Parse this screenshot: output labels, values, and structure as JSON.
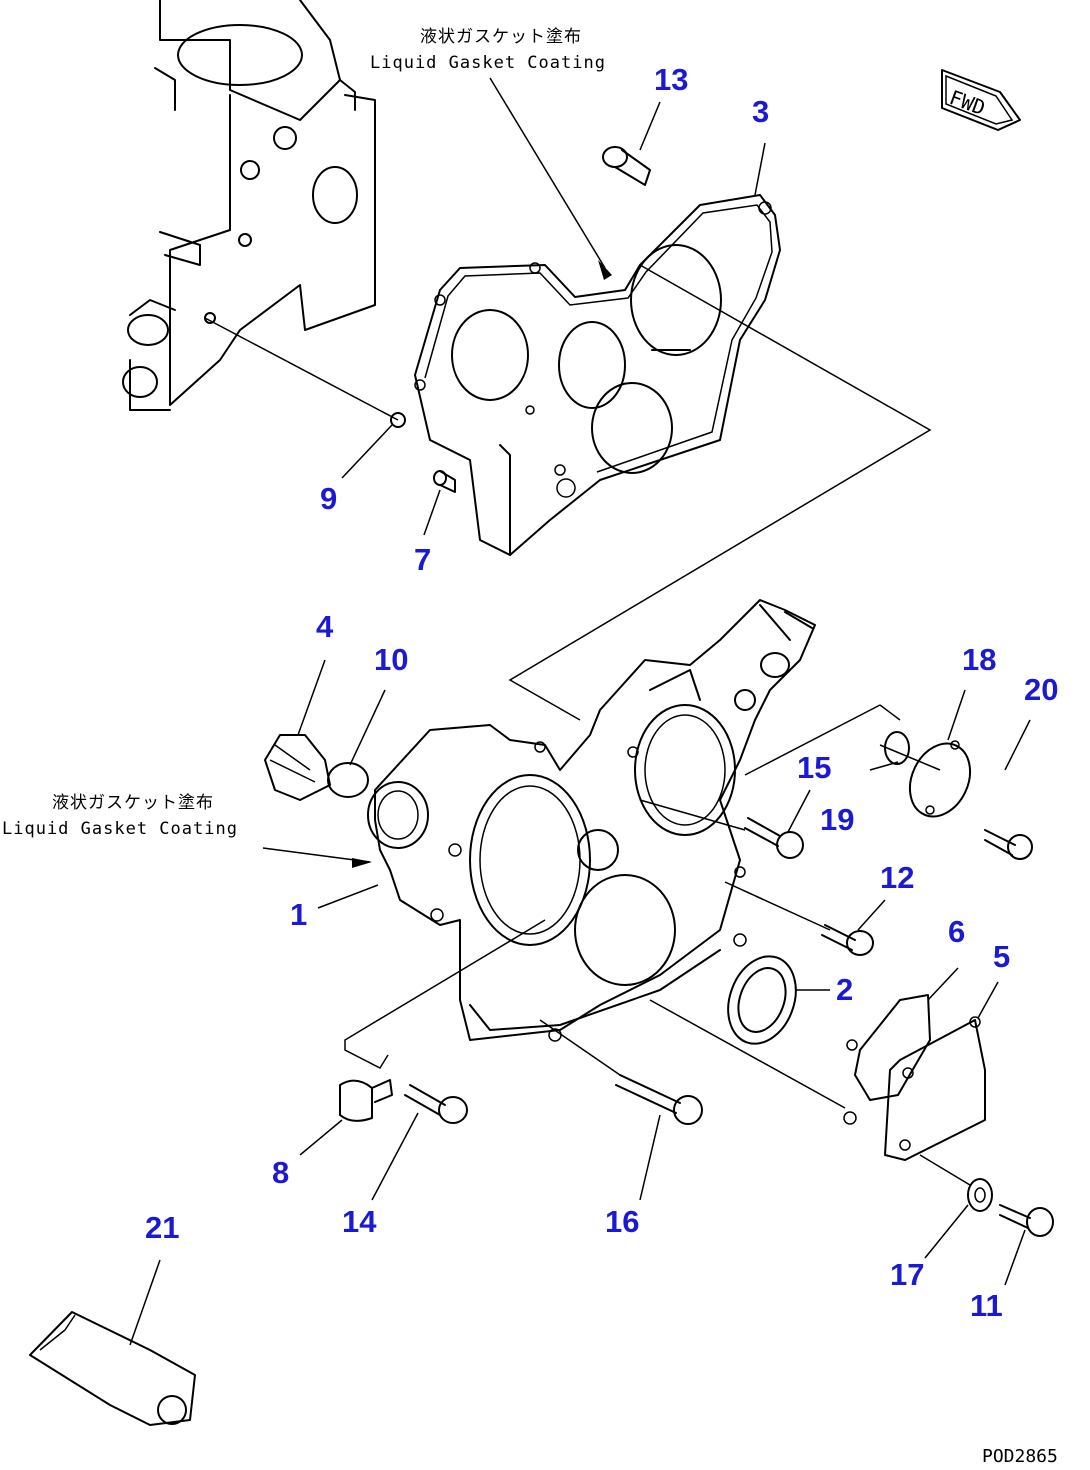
{
  "notes": {
    "top_jp": "液状ガスケット塗布",
    "top_en": "Liquid Gasket Coating",
    "left_jp": "液状ガスケット塗布",
    "left_en": "Liquid Gasket Coating"
  },
  "direction_marker": "FWD",
  "drawing_code": "POD2865",
  "callouts": [
    "1",
    "2",
    "3",
    "4",
    "5",
    "6",
    "7",
    "8",
    "9",
    "10",
    "11",
    "12",
    "13",
    "14",
    "15",
    "16",
    "17",
    "18",
    "19",
    "20",
    "21"
  ],
  "colors": {
    "callout": "#1a1ad6",
    "line": "#000000"
  }
}
